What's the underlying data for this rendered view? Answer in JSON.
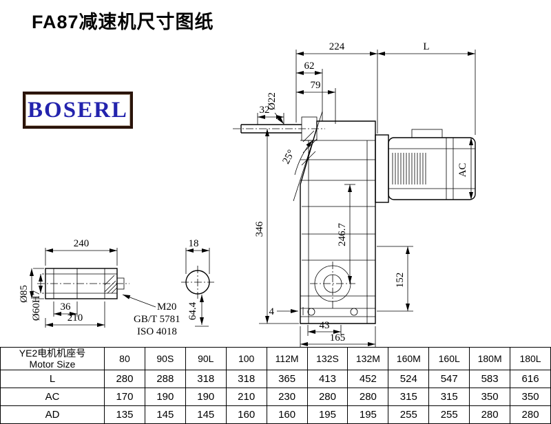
{
  "title": "FA87减速机尺寸图纸",
  "logo": "BOSERL",
  "dims": {
    "w224": "224",
    "L": "L",
    "d62": "62",
    "d79": "79",
    "d32": "32",
    "dia22": "Ø22",
    "a25": "25°",
    "h346": "346",
    "h2467": "246.7",
    "AC": "AC",
    "d152": "152",
    "d4": "4",
    "d43": "43",
    "d165": "165",
    "len240": "240",
    "d18": "18",
    "dia85": "Ø85",
    "dia60": "Ø60H7",
    "d36": "36",
    "d210": "210",
    "d644": "64.4",
    "m20": "M20",
    "gb": "GB/T 5781",
    "iso": "ISO 4018"
  },
  "table": {
    "header_line1": "YE2电机机座号",
    "header_line2": "Motor Size",
    "columns": [
      "80",
      "90S",
      "90L",
      "100",
      "112M",
      "132S",
      "132M",
      "160M",
      "160L",
      "180M",
      "180L"
    ],
    "rows": [
      {
        "label": "L",
        "values": [
          "280",
          "288",
          "318",
          "318",
          "365",
          "413",
          "452",
          "524",
          "547",
          "583",
          "616"
        ]
      },
      {
        "label": "AC",
        "values": [
          "170",
          "190",
          "190",
          "210",
          "230",
          "280",
          "280",
          "315",
          "315",
          "350",
          "350"
        ]
      },
      {
        "label": "AD",
        "values": [
          "135",
          "145",
          "145",
          "160",
          "160",
          "195",
          "195",
          "255",
          "255",
          "280",
          "280"
        ]
      }
    ]
  }
}
